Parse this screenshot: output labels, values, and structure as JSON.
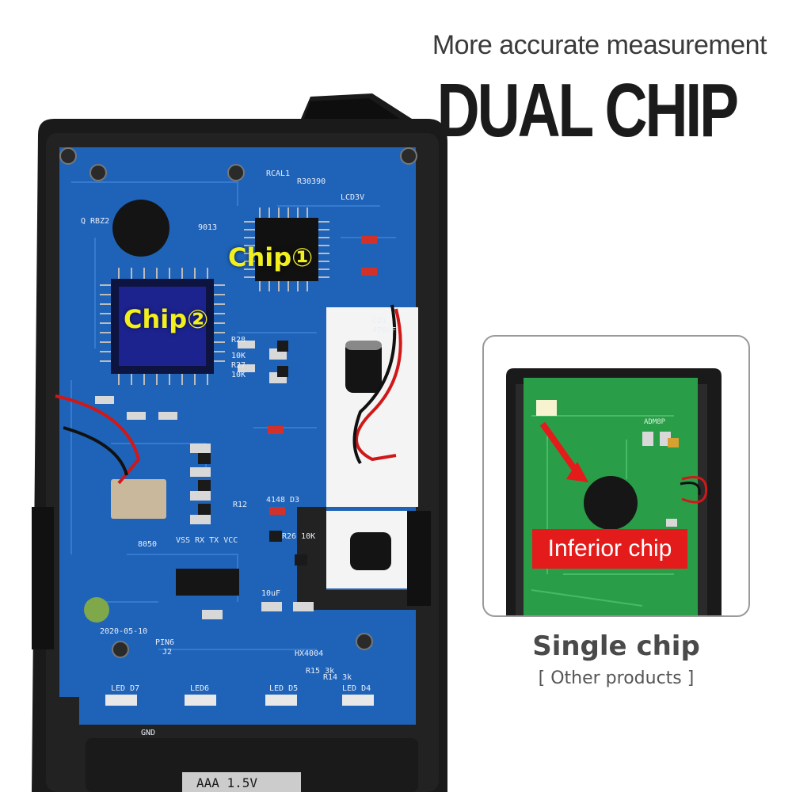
{
  "header": {
    "tagline": "More accurate measurement",
    "headline": "DUAL CHIP"
  },
  "main_board": {
    "chip1_label": "Chip①",
    "chip2_label": "Chip②",
    "silkscreen": [
      "RCAL1",
      "R30390",
      "LCD3V",
      "9013",
      "Q RBZ2",
      "R28",
      "R27",
      "10K",
      "8050",
      "4148",
      "VSS RX TX VCC",
      "PIN6",
      "J2",
      "LED D7",
      "LED6",
      "LED D5",
      "LED D4",
      "GND",
      "2020-05-10",
      "AAA 1.5V",
      "10uF",
      "C21",
      "470uF",
      "HX4004",
      "R26 10K",
      "D3",
      "R12",
      "R15 3k",
      "R14 3k"
    ]
  },
  "comparison": {
    "inset_board_text": "ADM8P",
    "inferior_label": "Inferior chip",
    "single_label": "Single chip",
    "other_label": "[ Other products ]"
  },
  "colors": {
    "board_blue": "#1f63b8",
    "board_green": "#2a9d48",
    "case_black": "#1a1a1a",
    "chip_label": "#f2ef1f",
    "alert_red": "#e31b1b"
  }
}
